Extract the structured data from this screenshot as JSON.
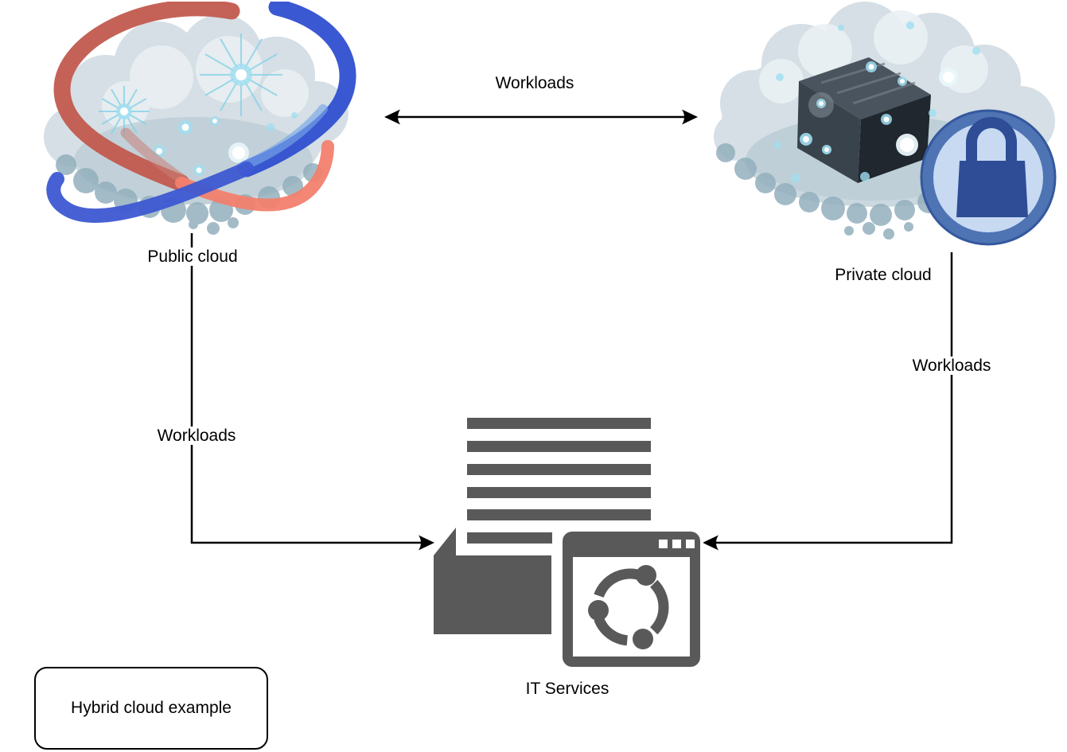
{
  "diagram": {
    "nodes": {
      "public_cloud": {
        "label": "Public cloud",
        "icon": "public-cloud-icon"
      },
      "private_cloud": {
        "label": "Private cloud",
        "icon": "private-cloud-icon"
      },
      "it_services": {
        "label": "IT Services",
        "icon": "it-services-icon"
      }
    },
    "edges": {
      "public_private": {
        "label": "Workloads",
        "direction": "bidirectional"
      },
      "public_to_it": {
        "label": "Workloads",
        "direction": "public cloud to IT Services"
      },
      "private_to_it": {
        "label": "Workloads",
        "direction": "private cloud to IT Services"
      }
    },
    "legend": {
      "label": "Hybrid cloud example"
    }
  },
  "icons": {
    "public-cloud-icon": "fluffy cloud with red and blue orbit rings and cyan glows",
    "private-cloud-icon": "fluffy cloud with dark server box and glowing dots",
    "lock-icon": "blue circular padlock badge",
    "it-services-icon": "document page, text bars and browser window with sync arrows"
  },
  "colors": {
    "connector": "#000000",
    "label_text": "#000000",
    "it_icon_gray": "#595959",
    "ring_red": "#c25a4e",
    "ring_salmon": "#f2806e",
    "ring_blue_dark": "#2f4fd0",
    "ring_blue": "#3d58d2",
    "cloud_body": "#d5dfe5",
    "cloud_highlight": "#e9eff2",
    "cloud_fringe": "#93b0bd",
    "glow_cyan": "#8edcf0",
    "lock_ring": "#4f74b4",
    "lock_inner": "#c7daf2",
    "lock_body": "#2e4d96",
    "server_top": "#49545e",
    "server_side_dark": "#20272e",
    "server_side": "#39434c"
  }
}
